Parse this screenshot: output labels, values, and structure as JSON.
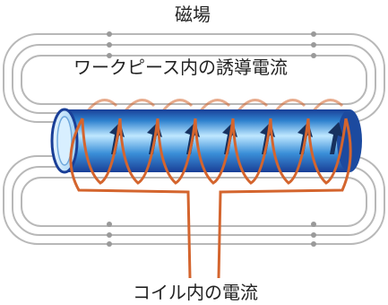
{
  "labels": {
    "magnetic_field": "磁場",
    "induced_current": "ワークピース内の誘導電流",
    "coil_current": "コイル内の電流"
  },
  "colors": {
    "field_lines": "#b8b8b8",
    "coil": "#d4652e",
    "workpiece_dark": "#1a3f97",
    "workpiece_mid": "#2f82cf",
    "workpiece_light": "#bfe7ff",
    "arrows": "#16315f"
  },
  "icons": {
    "current_arrow": "arrow-up-right-icon"
  }
}
